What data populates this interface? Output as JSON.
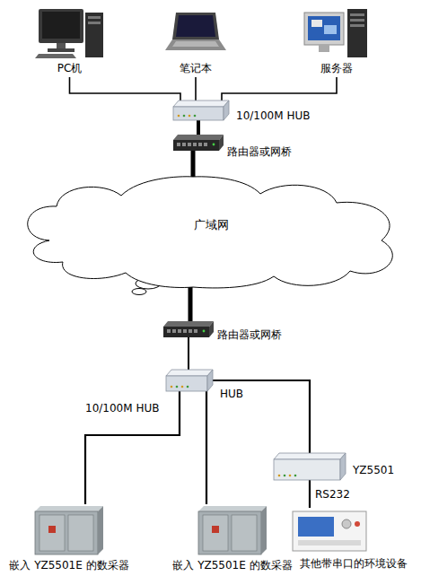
{
  "diagram": {
    "nodes": [
      {
        "text": [
          "PC机"
        ]
      },
      {
        "text": [
          "笔记本"
        ]
      },
      {
        "text": [
          "服务器"
        ]
      },
      {
        "text": [
          "10/100M HUB"
        ]
      },
      {
        "text": [
          "路由器或网桥"
        ]
      },
      {
        "text": [
          "广域网"
        ]
      },
      {
        "text": [
          "路由器或网桥"
        ]
      },
      {
        "text": [
          "10/100M HUB",
          "HUB"
        ]
      },
      {
        "text": [
          "YZ5501"
        ]
      },
      {
        "text": [
          "嵌入 YZ5501E 的数采器"
        ]
      },
      {
        "text": [
          "嵌入 YZ5501E 的数采器"
        ]
      },
      {
        "text": [
          "其他带串口的环境设备"
        ]
      }
    ],
    "edges": [
      {
        "from": 0,
        "to": 3,
        "arrow": "none"
      },
      {
        "from": 1,
        "to": 3,
        "arrow": "none"
      },
      {
        "from": 2,
        "to": 3,
        "arrow": "none"
      },
      {
        "from": 3,
        "to": 4,
        "arrow": "none"
      },
      {
        "from": 4,
        "to": 5,
        "arrow": "none"
      },
      {
        "from": 5,
        "to": 6,
        "arrow": "none"
      },
      {
        "from": 6,
        "to": 7,
        "arrow": "none"
      },
      {
        "from": 7,
        "to": 9,
        "arrow": "none"
      },
      {
        "from": 7,
        "to": 10,
        "arrow": "none"
      },
      {
        "from": 7,
        "to": 8,
        "arrow": "none"
      },
      {
        "from": 8,
        "to": 11,
        "label": "RS232",
        "arrow": "none"
      }
    ]
  }
}
